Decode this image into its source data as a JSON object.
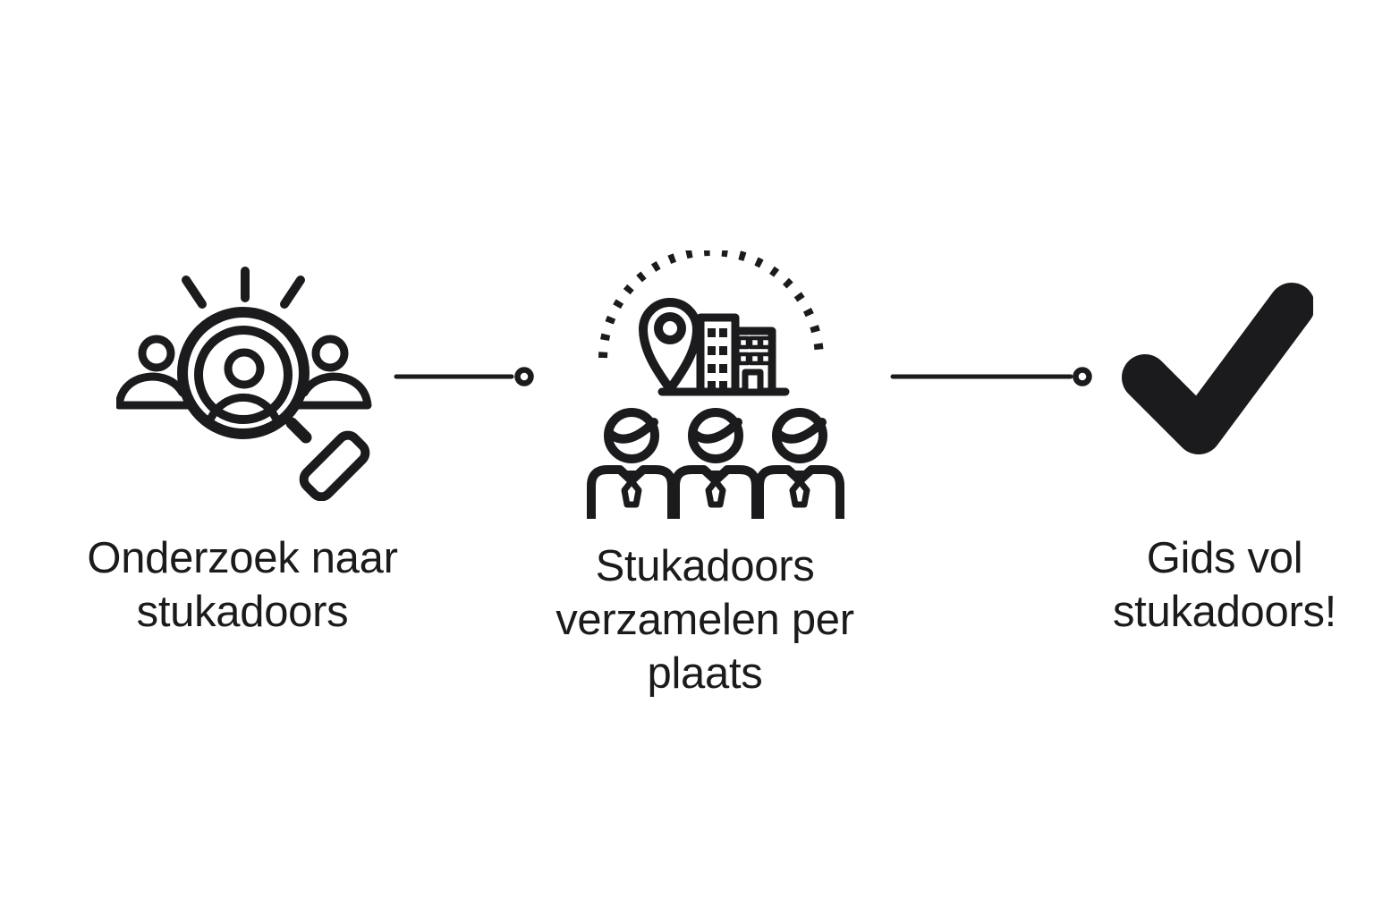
{
  "page": {
    "colors": {
      "background": "#ffffff",
      "ink": "#1b1b1d"
    }
  },
  "steps": [
    {
      "icon": "people-search-icon",
      "label": "Onderzoek naar stukadoors",
      "label_lines": [
        "Onderzoek naar",
        "stukadoors"
      ]
    },
    {
      "icon": "location-buildings-team-icon",
      "label": "Stukadoors verzamelen per plaats",
      "label_lines": [
        "Stukadoors",
        "verzamelen per",
        "plaats"
      ]
    },
    {
      "icon": "checkmark-icon",
      "label": "Gids vol stukadoors!",
      "label_lines": [
        "Gids vol",
        "stukadoors!"
      ]
    }
  ]
}
